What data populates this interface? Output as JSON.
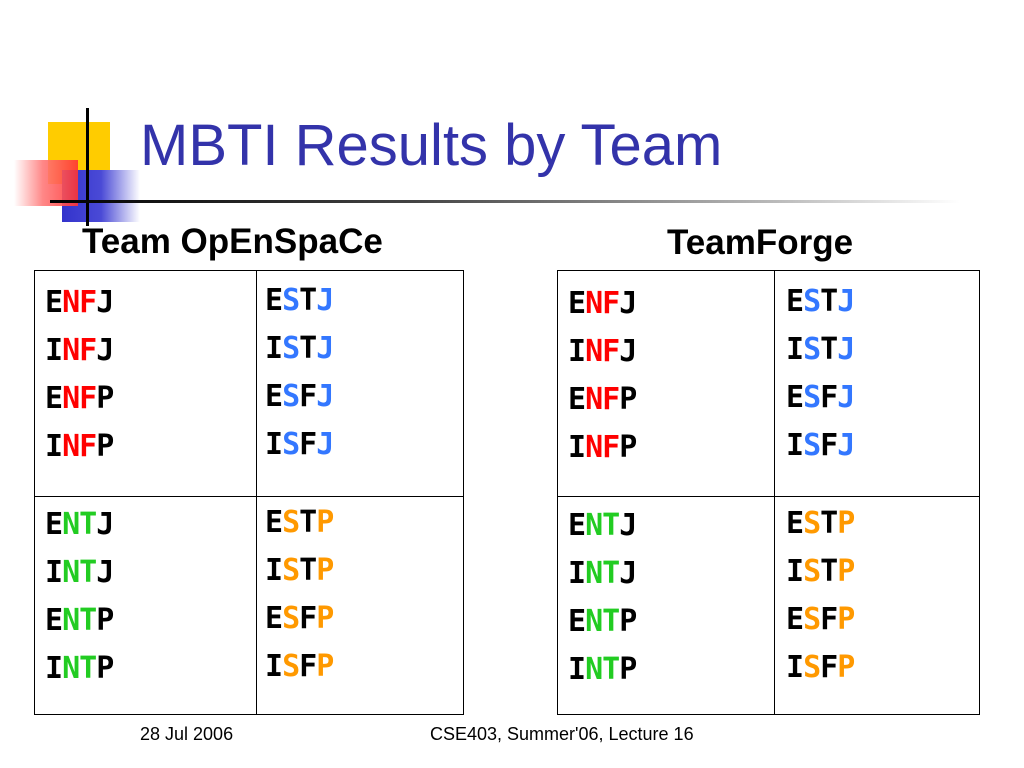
{
  "slide": {
    "title": "MBTI Results by Team"
  },
  "colors": {
    "title": "#3333aa",
    "NF": "#ff0000",
    "NT": "#22cc22",
    "SJ": "#3377ff",
    "SP": "#ff9900"
  },
  "teams": [
    {
      "name": "Team OpEnSpaCe",
      "quadrants": {
        "nf": [
          "ENFJ",
          "INFJ",
          "ENFP",
          "INFP"
        ],
        "sj": [
          "ESTJ",
          "ISTJ",
          "ESFJ",
          "ISFJ"
        ],
        "nt": [
          "ENTJ",
          "INTJ",
          "ENTP",
          "INTP"
        ],
        "sp": [
          "ESTP",
          "ISTP",
          "ESFP",
          "ISFP"
        ]
      }
    },
    {
      "name": "TeamForge",
      "quadrants": {
        "nf": [
          "ENFJ",
          "INFJ",
          "ENFP",
          "INFP"
        ],
        "sj": [
          "ESTJ",
          "ISTJ",
          "ESFJ",
          "ISFJ"
        ],
        "nt": [
          "ENTJ",
          "INTJ",
          "ENTP",
          "INTP"
        ],
        "sp": [
          "ESTP",
          "ISTP",
          "ESFP",
          "ISFP"
        ]
      }
    }
  ],
  "footer": {
    "date": "28 Jul 2006",
    "course": "CSE403, Summer'06, Lecture 16"
  }
}
